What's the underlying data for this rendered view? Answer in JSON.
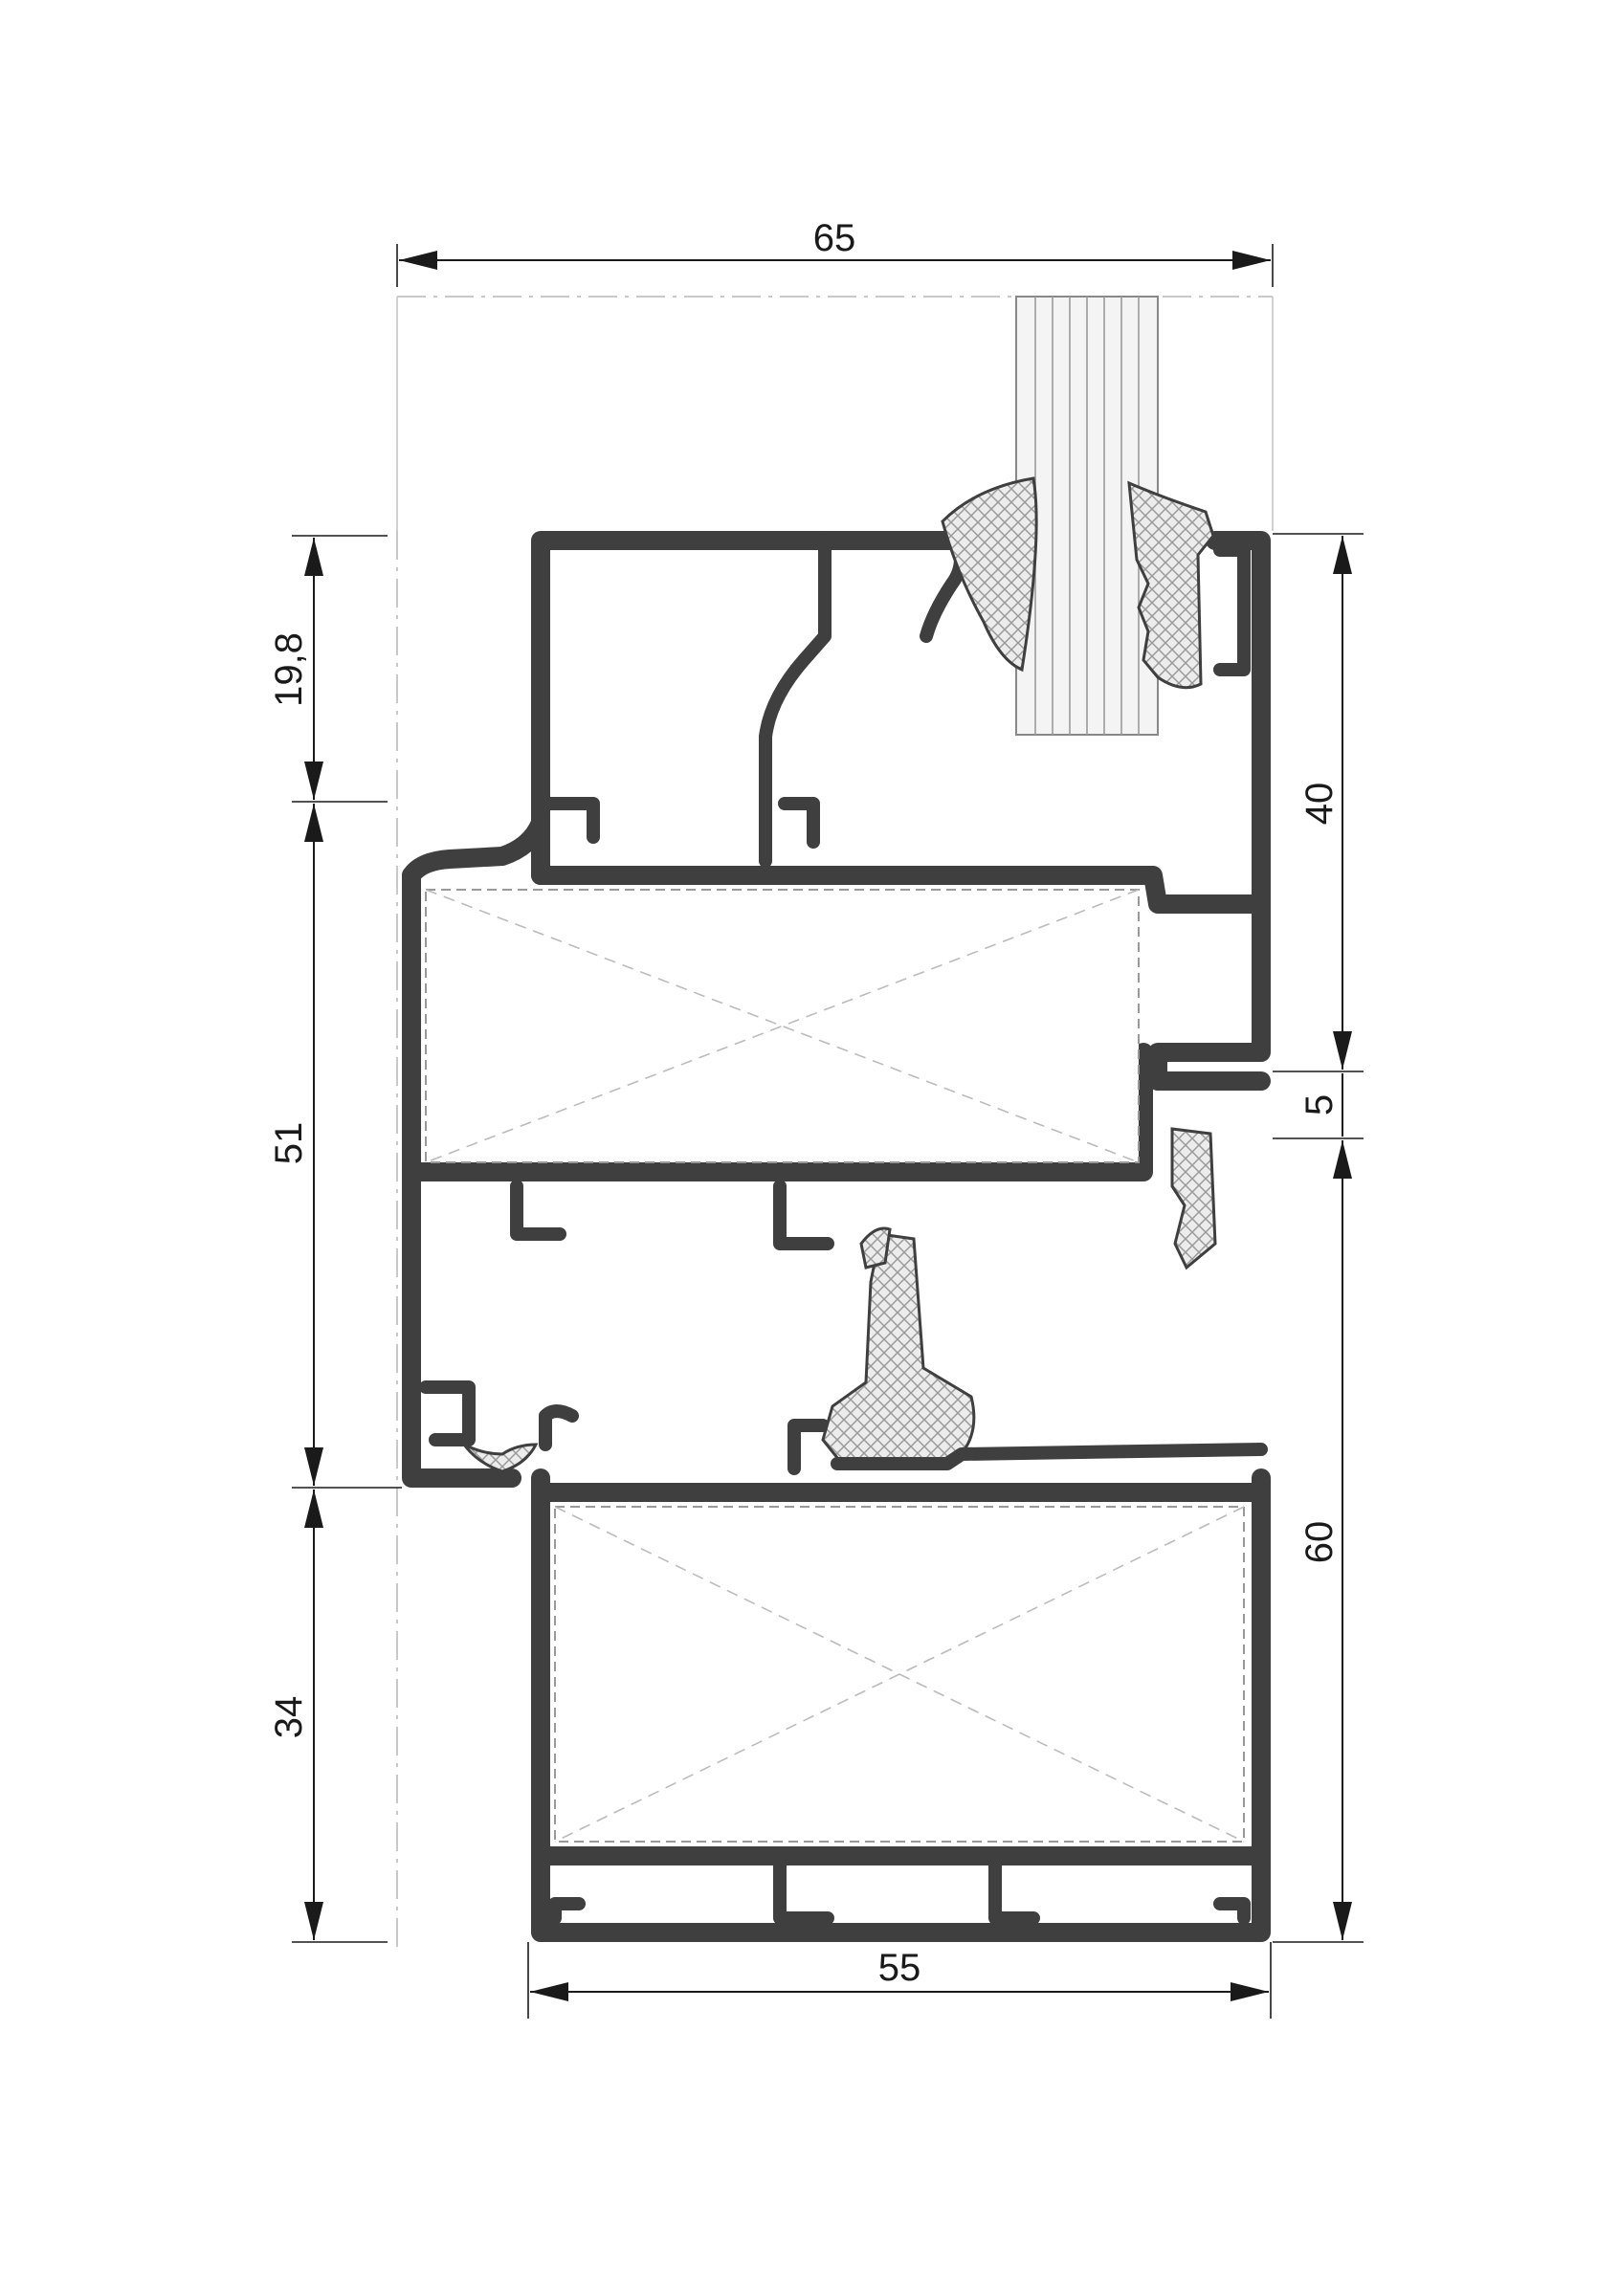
{
  "dimensions": {
    "top_width": "65",
    "bottom_width": "55",
    "left_upper": "19,8",
    "left_middle": "51",
    "left_lower": "34",
    "right_upper": "40",
    "right_gap": "5",
    "right_lower": "60"
  },
  "colors": {
    "profile": "#3f3f3f",
    "gasket_hatch": "#9a9a9a",
    "dimension": "#1a1a1a"
  }
}
